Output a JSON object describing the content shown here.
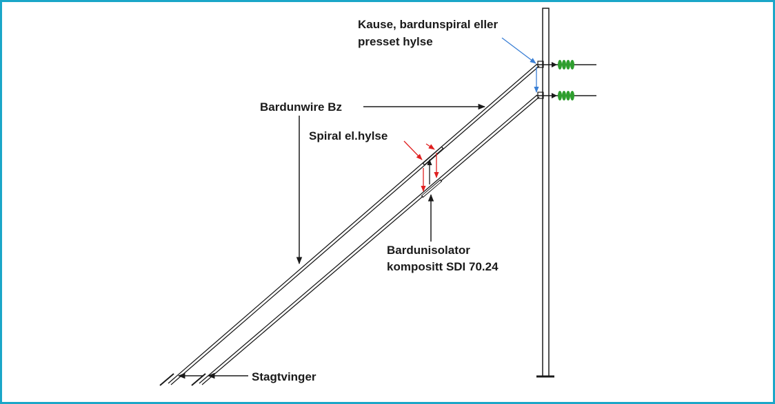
{
  "labels": {
    "kause_line1": "Kause, bardunspiral eller",
    "kause_line2": "presset hylse",
    "bardunwire": "Bardunwire Bz",
    "spiral": "Spiral el.hylse",
    "isolator_line1": "Bardunisolator",
    "isolator_line2": "kompositt SDI 70.24",
    "stagtvinger": "Stagtvinger"
  },
  "colors": {
    "frame": "#1aa6c8",
    "line": "#1a1a1a",
    "blue_arrow": "#3a7fd5",
    "red_arrow": "#e02020",
    "insulator": "#2e9e2e"
  }
}
